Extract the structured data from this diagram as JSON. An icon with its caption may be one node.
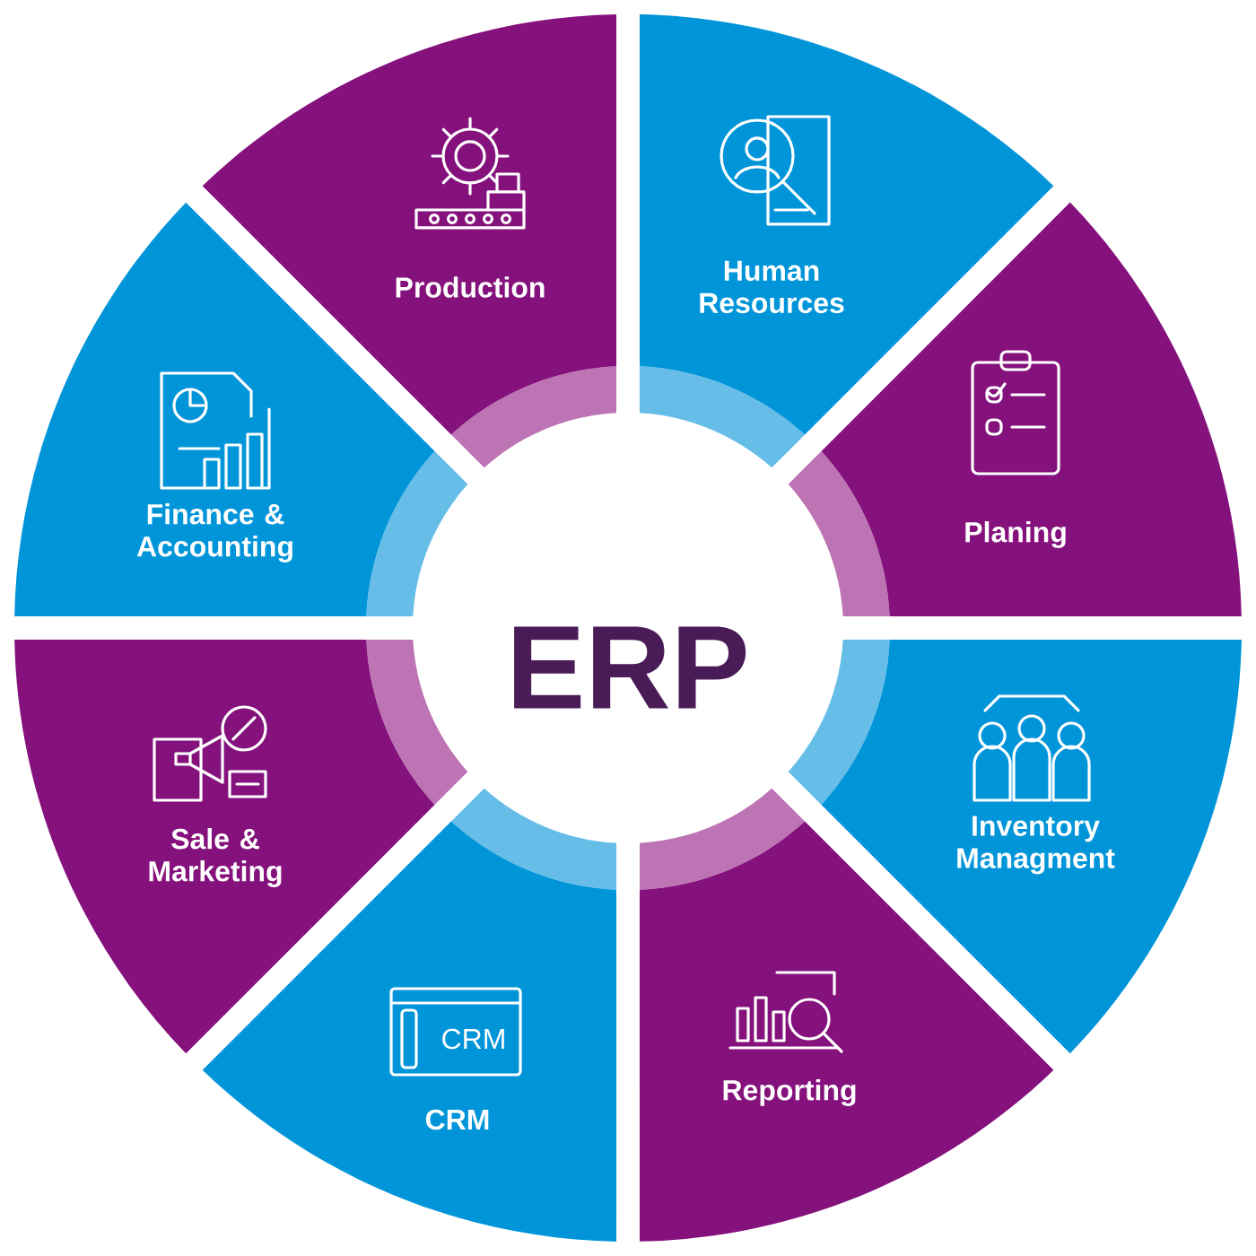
{
  "diagram": {
    "nodes": [
      {
        "text": [
          "ERP"
        ]
      },
      {
        "text": [
          "Human Resources"
        ]
      },
      {
        "text": [
          "Planing"
        ]
      },
      {
        "text": [
          "Inventory Managment"
        ]
      },
      {
        "text": [
          "Reporting"
        ]
      },
      {
        "text": [
          "CRM"
        ]
      },
      {
        "text": [
          "Sale & Marketing"
        ]
      },
      {
        "text": [
          "Finance & Accounting"
        ]
      },
      {
        "text": [
          "Production"
        ]
      }
    ],
    "labels": [
      "CRM"
    ]
  }
}
